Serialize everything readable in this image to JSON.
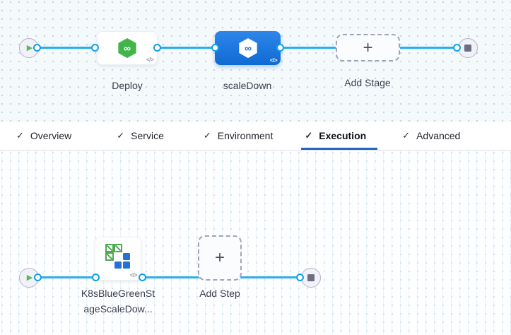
{
  "stage_pipeline": {
    "start_node": "pipeline-start",
    "stages": [
      {
        "label": "Deploy",
        "selected": false,
        "icon": "harness-cd-green-hexagon"
      },
      {
        "label": "scaleDown",
        "selected": true,
        "icon": "harness-cd-white-hexagon"
      }
    ],
    "add_stage_label": "Add Stage",
    "end_node": "pipeline-end"
  },
  "tabs": [
    {
      "label": "Overview",
      "checked": true,
      "active": false
    },
    {
      "label": "Service",
      "checked": true,
      "active": false
    },
    {
      "label": "Environment",
      "checked": true,
      "active": false
    },
    {
      "label": "Execution",
      "checked": true,
      "active": true
    },
    {
      "label": "Advanced",
      "checked": true,
      "active": false
    }
  ],
  "execution_graph": {
    "step": {
      "label_line1": "K8sBlueGreenSt",
      "label_line2": "ageScaleDow...",
      "icon": "k8s-blue-green-scale-down"
    },
    "add_step_label": "Add Step"
  },
  "glyphs": {
    "check": "✓",
    "plus": "+",
    "infinity": "∞",
    "play": "▶",
    "code": "</>"
  },
  "colors": {
    "selected_stage_blue": "#1d78e0",
    "connector_line": "#2badec",
    "port_ring": "#0fa0ea",
    "active_tab_underline": "#2366c2",
    "deploy_icon_green": "#42b54a",
    "k8s_icon_green": "#3ba23f",
    "k8s_icon_blue": "#2572d6",
    "stage_canvas_bg": "#f4f9fc",
    "exec_canvas_bg": "#fdfeff"
  }
}
